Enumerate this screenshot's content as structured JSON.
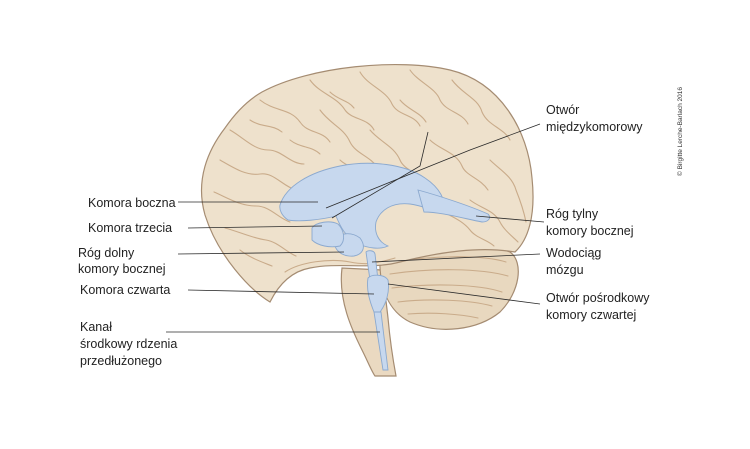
{
  "labels": {
    "lateral_ventricle": "Komora boczna",
    "third_ventricle": "Komora trzecia",
    "inferior_horn_1": "Róg dolny",
    "inferior_horn_2": "komory bocznej",
    "fourth_ventricle": "Komora czwarta",
    "central_canal_1": "Kanał",
    "central_canal_2": "środkowy rdzenia",
    "central_canal_3": "przedłużonego",
    "interventricular_foramen_1": "Otwór",
    "interventricular_foramen_2": "międzykomorowy",
    "posterior_horn_1": "Róg tylny",
    "posterior_horn_2": "komory bocznej",
    "aqueduct_1": "Wodociąg",
    "aqueduct_2": "mózgu",
    "median_aperture_1": "Otwór pośrodkowy",
    "median_aperture_2": "komory czwartej"
  },
  "credit": "© Birgitte Lerche-Barlach 2016",
  "colors": {
    "brain": "#eee1cc",
    "cerebellum": "#e8d8bf",
    "ventricles": "#c7d8ee",
    "outline": "#a58c72"
  }
}
